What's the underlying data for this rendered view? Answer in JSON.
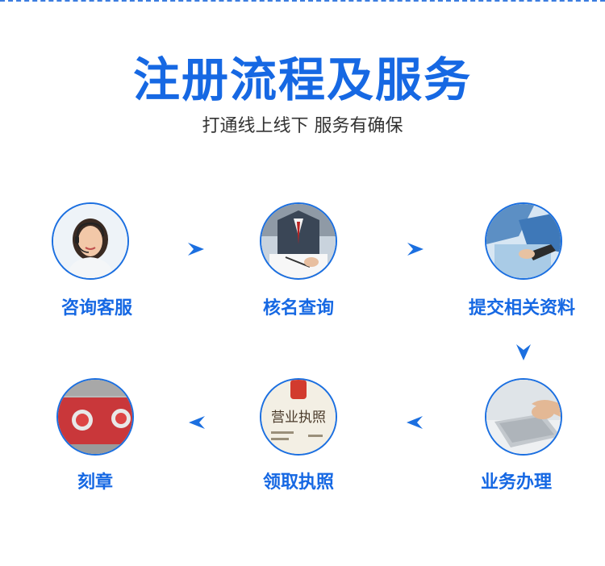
{
  "header": {
    "title": "注册流程及服务",
    "subtitle": "打通线上线下 服务有确保"
  },
  "steps": [
    {
      "label": "咨询客服"
    },
    {
      "label": "核名查询"
    },
    {
      "label": "提交相关资料"
    },
    {
      "label": "业务办理"
    },
    {
      "label": "领取执照"
    },
    {
      "label": "刻章"
    }
  ],
  "license_image": {
    "text": "营业执照"
  },
  "colors": {
    "accent": "#1668e3",
    "text": "#333333"
  },
  "icons": {
    "arrow_right": "chevron-right-icon",
    "arrow_left": "chevron-left-icon",
    "arrow_down": "chevron-down-icon"
  }
}
